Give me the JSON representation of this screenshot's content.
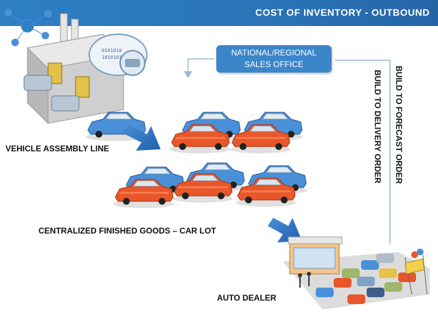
{
  "header": {
    "title": "COST OF INVENTORY - OUTBOUND"
  },
  "labels": {
    "assembly_line": "VEHICLE ASSEMBLY LINE",
    "car_lot": "CENTRALIZED FINISHED GOODS – CAR LOT",
    "auto_dealer": "AUTO DEALER",
    "sales_office_line1": "NATIONAL/REGIONAL",
    "sales_office_line2": "SALES OFFICE",
    "build_to_forecast": "BUILD TO FORECAST ORDER",
    "build_to_delivery": "BUILD TO DELIVERY ORDER"
  },
  "colors": {
    "header_blue": "#2b74b8",
    "box_blue": "#3b86c9",
    "arrow_blue": "#2f6fc0",
    "car_red": "#e8562a",
    "car_blue": "#4a90d9"
  }
}
